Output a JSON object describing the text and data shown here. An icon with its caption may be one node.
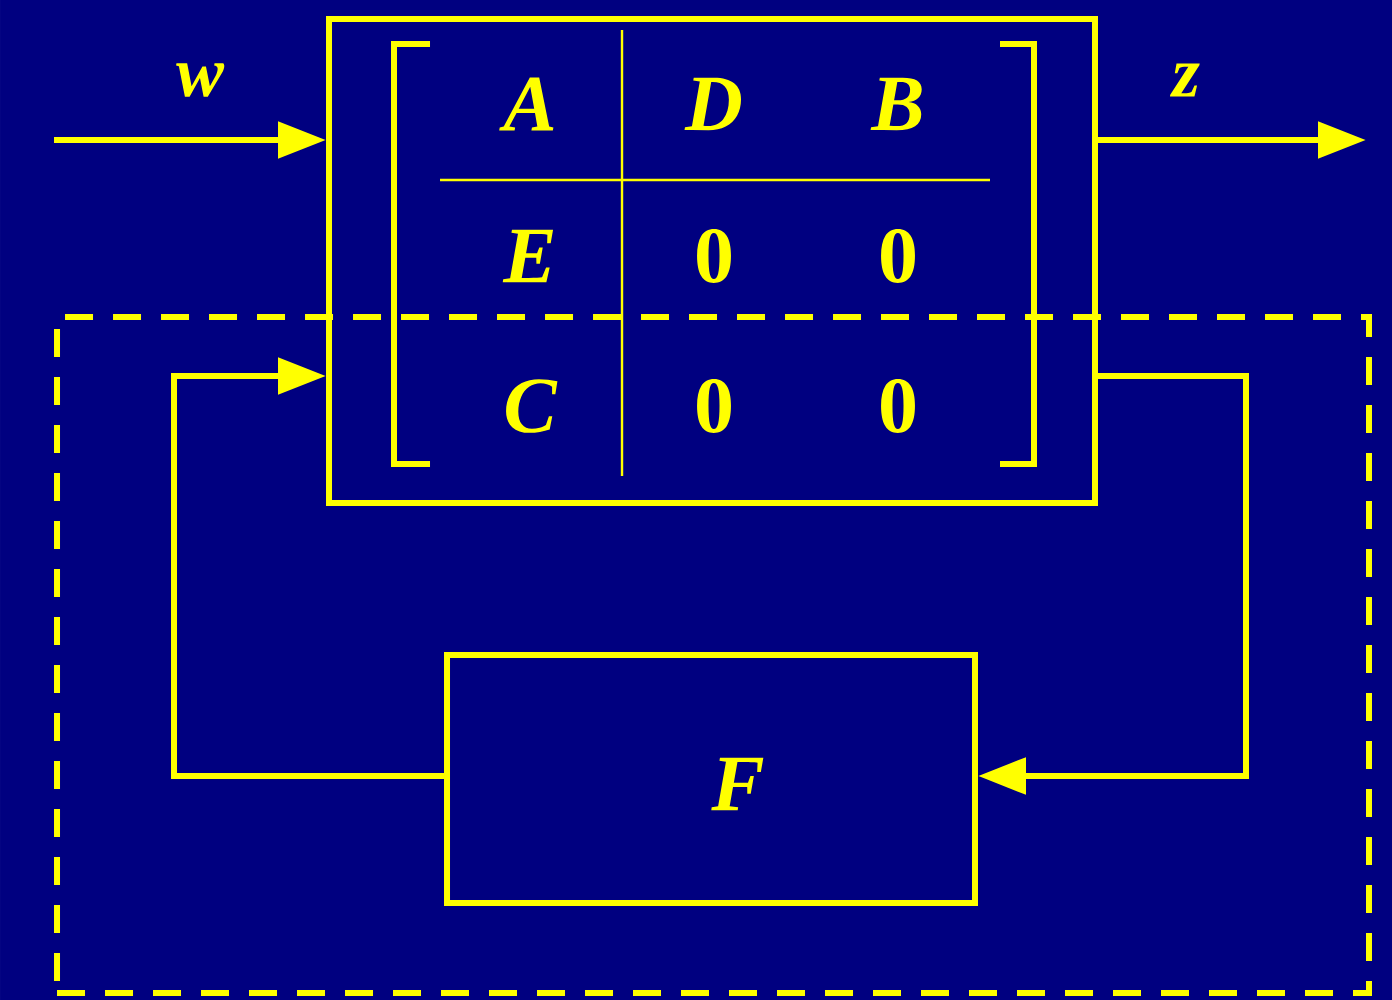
{
  "diagram": {
    "nodes": [
      {
        "text": [
          "A",
          "D",
          "B",
          "E",
          "0",
          "0",
          "C",
          "0",
          "0"
        ]
      },
      {
        "text": [],
        "shape": "box"
      },
      {
        "text": [
          "F"
        ],
        "in": 1
      }
    ],
    "edges": [
      {
        "from": null,
        "to": 0,
        "arrow": "to",
        "label": "w"
      },
      {
        "from": 0,
        "to": null,
        "arrow": "to",
        "label": "z"
      },
      {
        "from": 0,
        "to": 2,
        "arrow": "to"
      },
      {
        "from": 2,
        "to": 0,
        "arrow": "to"
      }
    ]
  }
}
